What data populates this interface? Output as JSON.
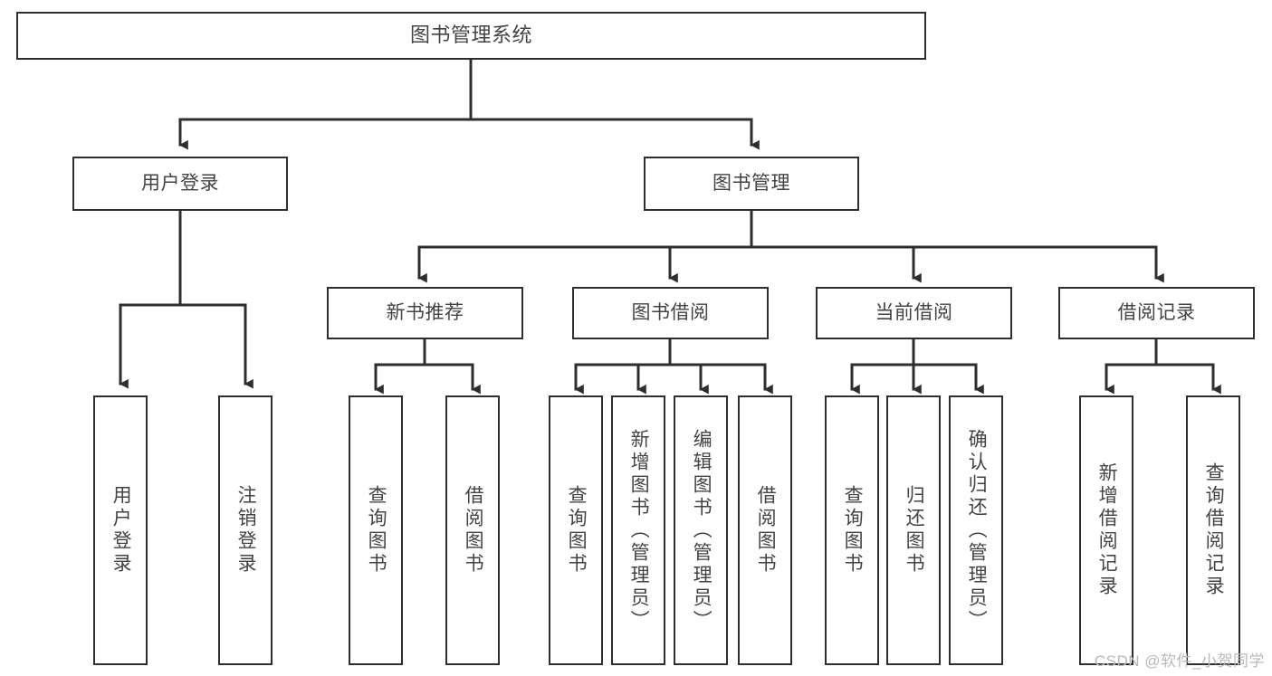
{
  "diagram": {
    "title": "图书管理系统",
    "watermark": "CSDN @软件_小贺同学",
    "colors": {
      "border": "#2e2e2e",
      "text": "#434343",
      "background": "#ffffff",
      "edge": "#2e2e2e",
      "watermark": "#b9b9b9"
    },
    "nodes": {
      "root": {
        "label": "图书管理系统"
      },
      "level1": [
        {
          "id": "user-login",
          "label": "用户登录"
        },
        {
          "id": "book-manage",
          "label": "图书管理"
        }
      ],
      "level2": [
        {
          "id": "new-book-rec",
          "label": "新书推荐"
        },
        {
          "id": "book-borrow",
          "label": "图书借阅"
        },
        {
          "id": "current-borrow",
          "label": "当前借阅"
        },
        {
          "id": "borrow-record",
          "label": "借阅记录"
        }
      ],
      "leaves": {
        "user-login": [
          {
            "id": "leaf-user-login",
            "label": "用户登录"
          },
          {
            "id": "leaf-user-logout",
            "label": "注销登录"
          }
        ],
        "new-book-rec": [
          {
            "id": "leaf-query-book-1",
            "label": "查询图书"
          },
          {
            "id": "leaf-borrow-book-1",
            "label": "借阅图书"
          }
        ],
        "book-borrow": [
          {
            "id": "leaf-query-book-2",
            "label": "查询图书"
          },
          {
            "id": "leaf-add-book",
            "label": "新增图书（管理员）"
          },
          {
            "id": "leaf-edit-book",
            "label": "编辑图书（管理员）"
          },
          {
            "id": "leaf-borrow-book-2",
            "label": "借阅图书"
          }
        ],
        "current-borrow": [
          {
            "id": "leaf-query-book-3",
            "label": "查询图书"
          },
          {
            "id": "leaf-return-book",
            "label": "归还图书"
          },
          {
            "id": "leaf-confirm-return",
            "label": "确认归还（管理员）"
          }
        ],
        "borrow-record": [
          {
            "id": "leaf-add-record",
            "label": "新增借阅记录"
          },
          {
            "id": "leaf-query-record",
            "label": "查询借阅记录"
          }
        ]
      }
    }
  }
}
